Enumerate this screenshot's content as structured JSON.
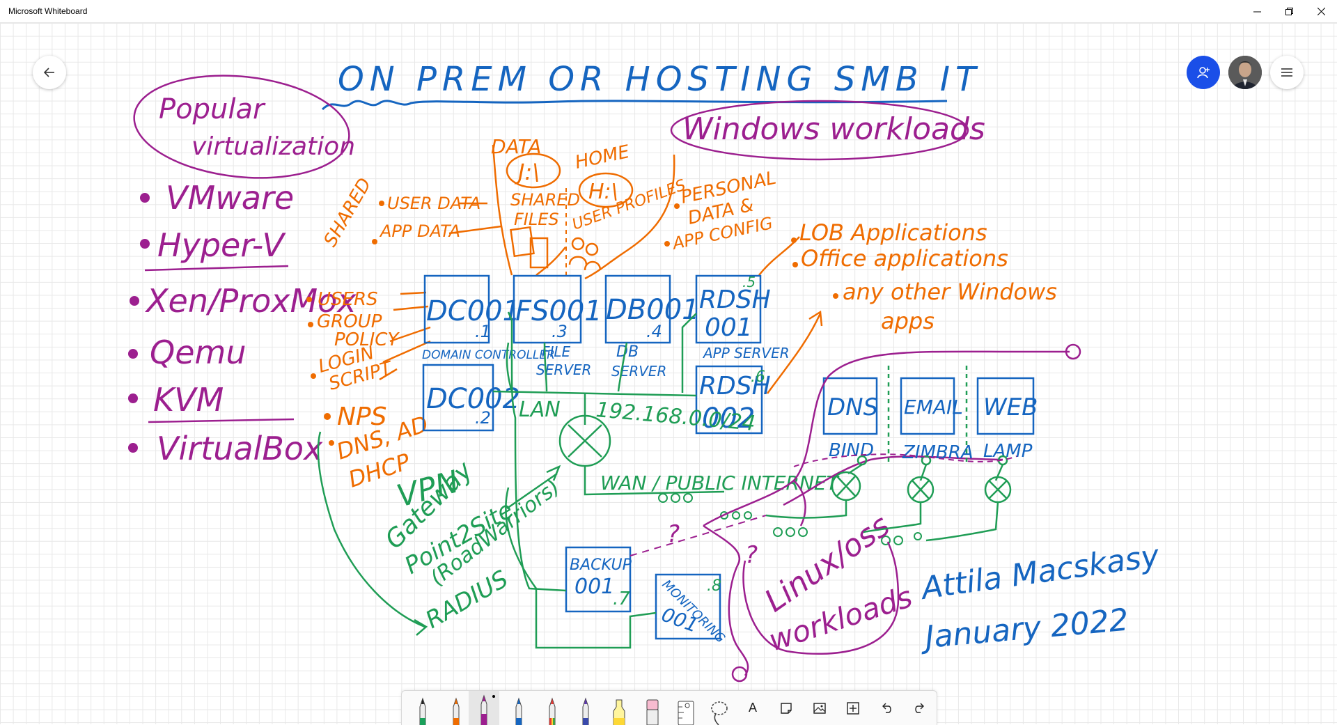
{
  "window": {
    "title": "Microsoft Whiteboard",
    "controls": [
      "minimize",
      "restore",
      "close"
    ]
  },
  "board": {
    "title": "ON PREM OR HOSTING SMB IT",
    "virtualization": {
      "heading_line1": "Popular",
      "heading_line2": "virtualization",
      "items": [
        "VMware",
        "Hyper-V",
        "Xen/ProxMox",
        "Qemu",
        "KVM",
        "VirtualBox"
      ]
    },
    "windows": {
      "heading": "Windows workloads",
      "items": [
        "LOB Applications",
        "Office applications",
        "any other Windows"
      ],
      "items_cont": "apps"
    },
    "data": {
      "data_label": "DATA",
      "data_drive": "J:\\",
      "home_label": "HOME",
      "home_drive": "H:\\",
      "shared_label": "SHARED",
      "user_data": "USER DATA",
      "app_data": "APP DATA",
      "shared_files1": "SHARED",
      "shared_files2": "FILES",
      "user_profiles": "USER PROFILES",
      "personal1": "PERSONAL",
      "personal2": "DATA &",
      "app_config": "APP CONFIG"
    },
    "dc_notes": {
      "users": "USERS",
      "group": "GROUP",
      "policy": "POLICY",
      "login": "LOGIN",
      "script": "SCRIPT",
      "nps": "NPS",
      "dns_ad": "DNS, AD",
      "dhcp": "DHCP"
    },
    "servers": {
      "dc001": "DC001",
      "dc001_ip": ".1",
      "fs001": "FS001",
      "fs001_ip": ".3",
      "db001": "DB001",
      "db001_ip": ".4",
      "rdsh001_a": "RDSH",
      "rdsh001_b": "001",
      "rdsh001_ip": ".5",
      "dc002": "DC002",
      "dc002_ip": ".2",
      "rdsh002_a": "RDSH",
      "rdsh002_b": "002",
      "rdsh002_ip": ".6",
      "domain_controller": "DOMAIN CONTROLLER",
      "file_server1": "FILE",
      "file_server2": "SERVER",
      "db_server1": "DB",
      "db_server2": "SERVER",
      "app_server": "APP SERVER",
      "backup_a": "BACKUP",
      "backup_b": "001",
      "backup_ip": ".7",
      "monitoring_a": "MONITORING",
      "monitoring_b": "001",
      "monitoring_ip": ".8"
    },
    "network": {
      "lan": "LAN",
      "subnet": "192.168.0.0/24",
      "wan": "WAN / PUBLIC INTERNET",
      "question1": "?",
      "question2": "?"
    },
    "vpn": {
      "line1": "VPN",
      "line2": "Gateway",
      "line3": "Point2Site",
      "line4": "(RoadWarriors)",
      "line5": "RADIUS"
    },
    "linux": {
      "heading1": "Linux/oss",
      "heading2": "workloads",
      "dns": "DNS",
      "dns_sub": "BIND",
      "email": "EMAIL",
      "email_sub": "ZIMBRA",
      "web": "WEB",
      "web_sub": "LAMP"
    },
    "signature": {
      "name": "Attila Macskasy",
      "date": "January 2022"
    },
    "colors": {
      "blue": "#1565c0",
      "orange": "#ef6c00",
      "purple": "#9c1f8f",
      "green": "#1f9d55"
    }
  },
  "toolbar": {
    "tools": [
      "green-pen",
      "orange-pen",
      "magenta-pen",
      "blue-pen",
      "rainbow-pen",
      "galaxy-pen",
      "highlighter",
      "eraser",
      "ruler",
      "lasso",
      "text",
      "note",
      "image",
      "insert",
      "undo",
      "redo"
    ],
    "selected": "magenta-pen",
    "text_tool_label": "A"
  }
}
